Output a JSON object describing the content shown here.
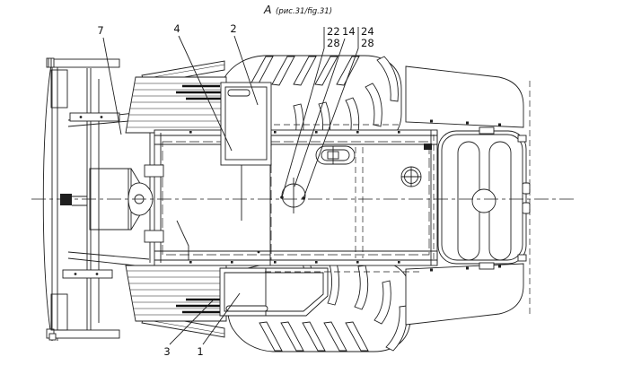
{
  "figure": {
    "view_label": "A",
    "view_reference": "(рис.31/fig.31)"
  },
  "callouts": [
    {
      "id": "7",
      "label": "7"
    },
    {
      "id": "4",
      "label": "4"
    },
    {
      "id": "2",
      "label": "2"
    },
    {
      "id": "22_28",
      "label": "22",
      "label_secondary": "28"
    },
    {
      "id": "14",
      "label": "14"
    },
    {
      "id": "24_28",
      "label": "24",
      "label_secondary": "28"
    },
    {
      "id": "3",
      "label": "3"
    },
    {
      "id": "1",
      "label": "1"
    }
  ],
  "colors": {
    "line": "#1f1f1f",
    "background": "#ffffff"
  }
}
